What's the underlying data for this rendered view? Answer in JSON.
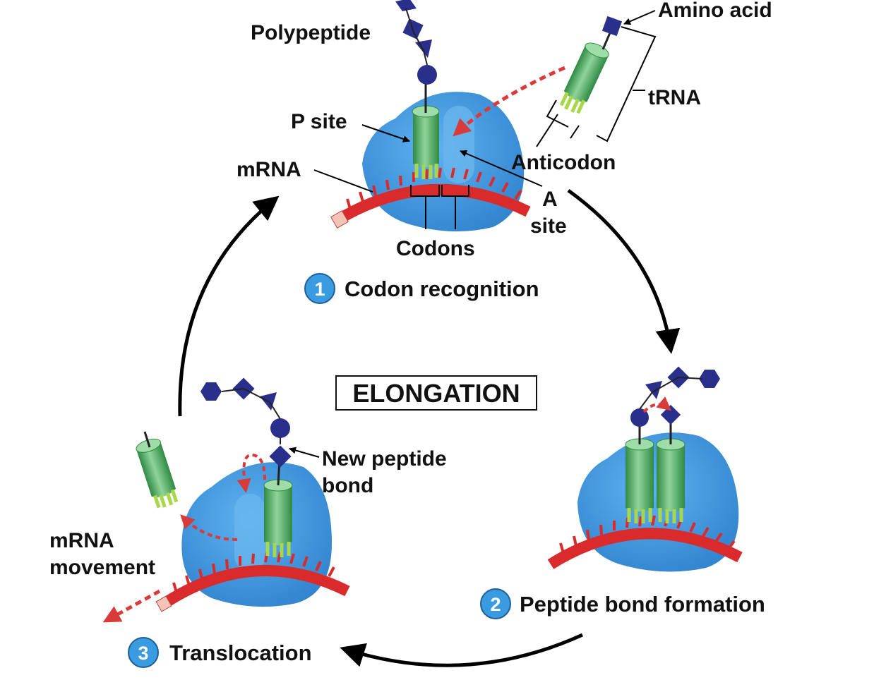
{
  "labels": {
    "polypeptide": "Polypeptide",
    "amino_acid": "Amino acid",
    "trna": "tRNA",
    "p_site": "P site",
    "mrna": "mRNA",
    "anticodon": "Anticodon",
    "a_site_a": "A",
    "a_site_site": "site",
    "codons": "Codons",
    "elongation": "ELONGATION",
    "new_peptide_line1": "New peptide",
    "new_peptide_line2": "bond",
    "mrna_movement_line1": "mRNA",
    "mrna_movement_line2": "movement"
  },
  "steps": [
    {
      "number": "1",
      "label": "Codon recognition"
    },
    {
      "number": "2",
      "label": "Peptide bond formation"
    },
    {
      "number": "3",
      "label": "Translocation"
    }
  ],
  "colors": {
    "ribosome": "#3a93db",
    "ribosome_dark": "#2a78c0",
    "trna_green": "#4aa35a",
    "mrna_red": "#d92b2b",
    "amino_acid": "#2b2f8c",
    "arrow_red_dashed": "#d93a3a",
    "step_badge": "#3b9be0"
  }
}
